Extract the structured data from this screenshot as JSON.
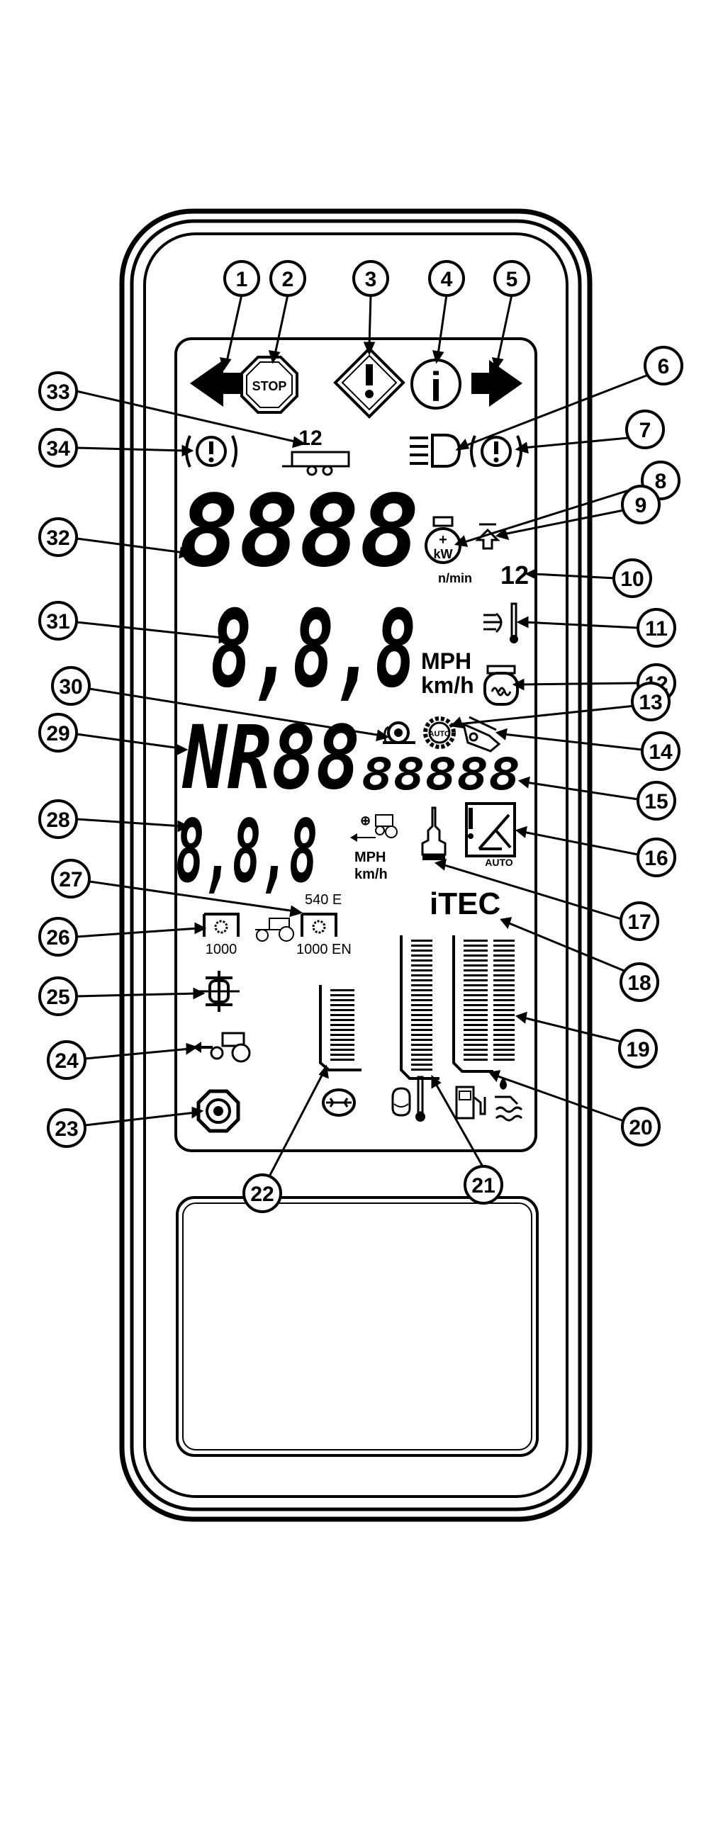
{
  "title": "",
  "callouts": [
    "1",
    "2",
    "3",
    "4",
    "5",
    "6",
    "7",
    "8",
    "9",
    "10",
    "11",
    "12",
    "13",
    "14",
    "15",
    "16",
    "17",
    "18",
    "19",
    "20",
    "21",
    "22",
    "23",
    "24",
    "25",
    "26",
    "27",
    "28",
    "29",
    "30",
    "31",
    "32",
    "33",
    "34"
  ],
  "labels": {
    "stop": "STOP",
    "info": "i",
    "trailer_number": "12",
    "kw": "kW",
    "rpm_unit": "n/min",
    "twelve": "12",
    "display_1": "8888",
    "display_2": "8,8,8",
    "speed_unit_mph": "MPH",
    "speed_unit_kmh": "km/h",
    "gear": "NR88",
    "small_display": "88888",
    "display_3": "8,8,8",
    "mph_small": "MPH",
    "kmh_small": "km/h",
    "auto": "AUTO",
    "auto_small": "AUTO",
    "itec": "iTEC",
    "pto_540e": "540 E",
    "pto_1000": "1000",
    "pto_1000en": "1000 EN"
  },
  "icons": [
    "left-arrow-icon",
    "stop-sign-icon",
    "warning-icon",
    "info-icon",
    "right-arrow-icon",
    "headlight-icon",
    "brake-warning-icon",
    "engine-power-icon",
    "upshift-icon",
    "exhaust-temperature-icon",
    "glow-plug-icon",
    "auto-gear-icon",
    "hitch-icon",
    "joystick-icon",
    "fuel-icon",
    "def-fluid-icon",
    "coolant-temperature-icon",
    "differential-lock-icon",
    "four-wheel-drive-icon",
    "creeper-icon",
    "trailer-icon",
    "front-pto-icon",
    "rear-pto-icon"
  ],
  "colors": {
    "line": "#000000",
    "background": "#ffffff"
  }
}
